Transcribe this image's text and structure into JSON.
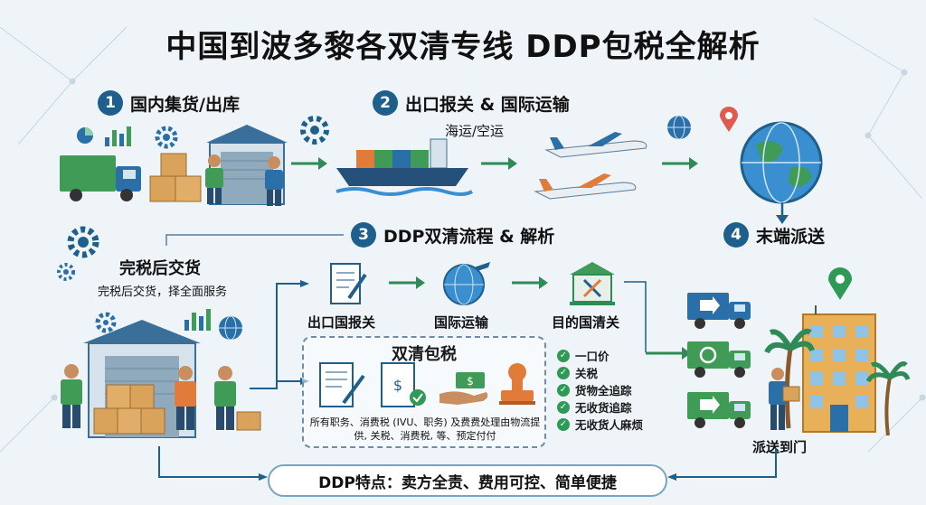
{
  "title": "中国到波多黎各双清专线 DDP包税全解析",
  "steps": [
    {
      "num": "1",
      "label": "国内集货/出库"
    },
    {
      "num": "2",
      "label": "出口报关 & 国际运输",
      "sub": "海运/空运"
    },
    {
      "num": "3",
      "label": "DDP双清流程 & 解析"
    },
    {
      "num": "4",
      "label": "末端派送"
    }
  ],
  "left_panel": {
    "heading": "完税后交货",
    "sub": "完税后交货，择全面服务"
  },
  "flow": {
    "export_customs": "出口国报关",
    "intl_transport": "国际运输",
    "dest_customs": "目的国清关"
  },
  "ddp_box": {
    "title": "双清包税",
    "text": "所有职务、消费税 (IVU、职务) 及费费处理由物流提供, 关税、消费税, 等、预定付付"
  },
  "checklist": [
    "一口价",
    "关税",
    "货物全追踪",
    "无收货追踪",
    "无收货人麻烦"
  ],
  "delivery_label": "派送到门",
  "feature_bar": "DDP特点：卖方全责、费用可控、简单便捷",
  "colors": {
    "accent": "#1f5f8b",
    "arrow": "#2e8b57",
    "check": "#2e9a55",
    "box": "#e07b39"
  }
}
